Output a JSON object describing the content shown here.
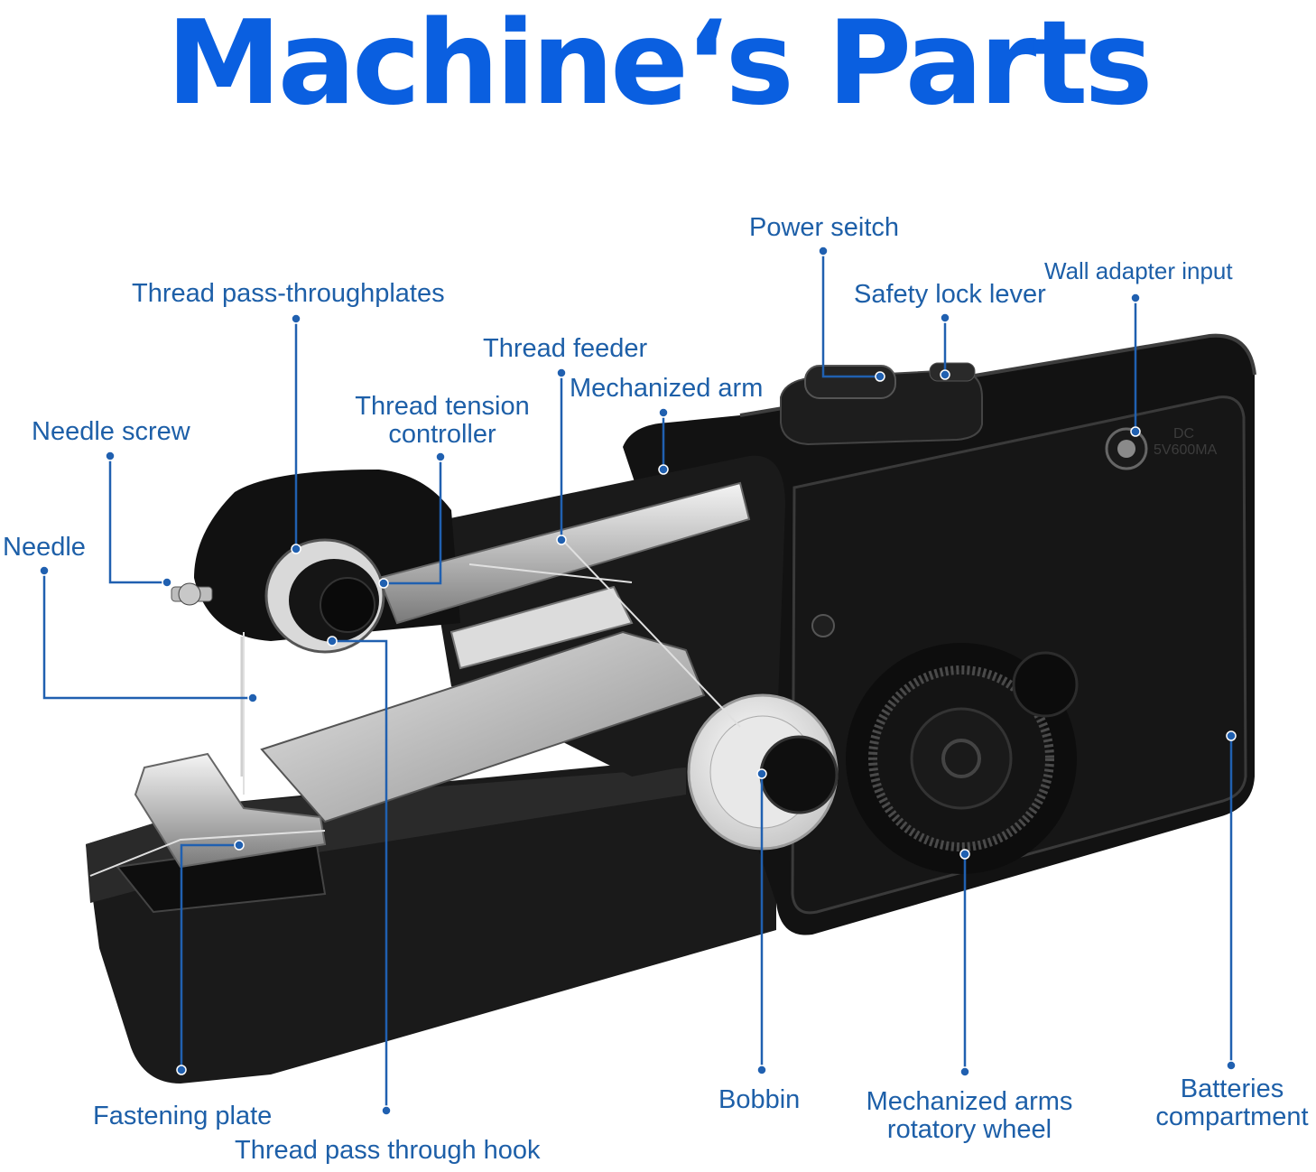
{
  "title": "Machine‘s Parts",
  "device_marking": {
    "line1": "DC",
    "line2": "5V600MA"
  },
  "colors": {
    "title": "#0a5fe0",
    "label": "#1d5fa8",
    "leader": "#2060b0",
    "body": "#141414"
  },
  "labels": {
    "power_switch": "Power seitch",
    "wall_adapter": "Wall adapter input",
    "safety_lock": "Safety lock lever",
    "thread_plates": "Thread pass-throughplates",
    "thread_feeder": "Thread feeder",
    "mech_arm": "Mechanized arm",
    "tension_1": "Thread tension",
    "tension_2": "controller",
    "needle_screw": "Needle screw",
    "needle": "Needle",
    "fastening_plate": "Fastening plate",
    "hook": "Thread pass through hook",
    "bobbin": "Bobbin",
    "wheel_1": "Mechanized arms",
    "wheel_2": "rotatory wheel",
    "batteries_1": "Batteries",
    "batteries_2": "compartment"
  }
}
